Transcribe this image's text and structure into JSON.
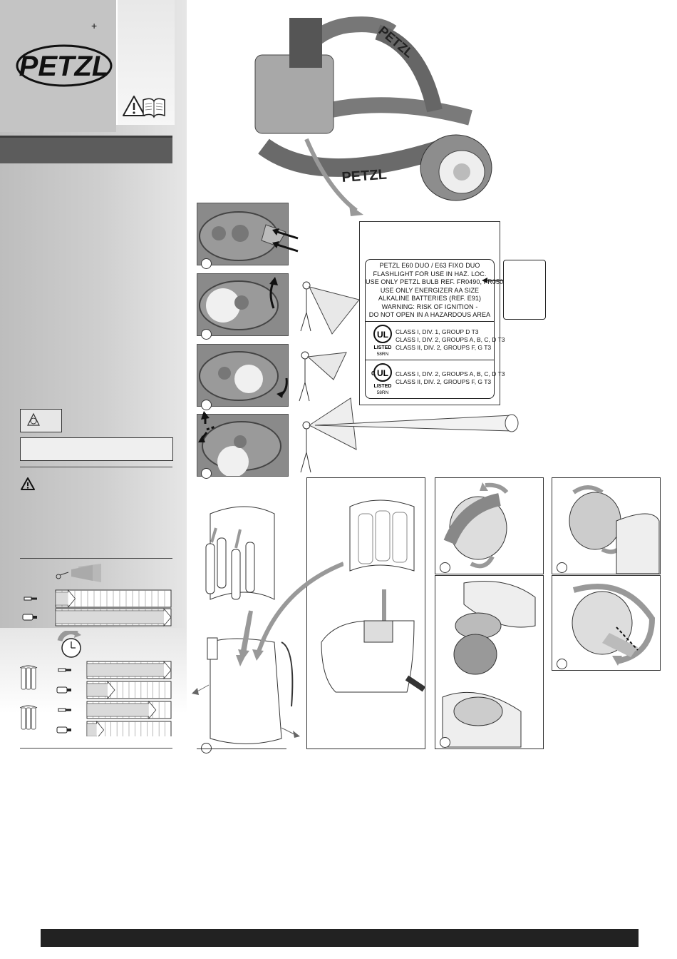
{
  "brand": {
    "logo_text": "PETZL",
    "plus_mark": "+"
  },
  "label": {
    "lines": [
      "PETZL E60 DUO / E63 FIXO DUO",
      "FLASHLIGHT FOR USE IN HAZ. LOC.",
      "USE ONLY PETZL BULB REF. FR0490, FR0500",
      "USE ONLY ENERGIZER AA SIZE",
      "ALKALINE BATTERIES (REF. E91)",
      "WARNING: RISK OF IGNITION -",
      "DO NOT OPEN IN A HAZARDOUS AREA"
    ],
    "ul_blocks": [
      {
        "mark": "UL",
        "prefix": "",
        "listed": "LISTED",
        "code": "58RN",
        "classes": [
          "CLASS I, DIV. 1, GROUP D T3",
          "CLASS I, DIV. 2, GROUPS A, B, C, D T3",
          "CLASS II, DIV. 2, GROUPS F, G T3"
        ]
      },
      {
        "mark": "UL",
        "prefix": "C",
        "listed": "LISTED",
        "code": "58RN",
        "classes": [
          "CLASS I, DIV. 2, GROUPS A, B, C, D T3",
          "CLASS II, DIV. 2, GROUPS F, G T3"
        ]
      }
    ]
  },
  "colors": {
    "sidebar": "#c9c9c9",
    "dark_bar": "#5c5c5c",
    "photo": "#8a8a8a",
    "arrow": "#9a9a9a",
    "bottom_bar": "#222222"
  },
  "charts": {
    "brightness": [
      {
        "icon": "bulb-halogen-icon",
        "fill": 0.17
      },
      {
        "icon": "bulb-led-icon",
        "fill": 1.0
      }
    ],
    "duration": [
      {
        "icon": "battery-aa-icon",
        "rows": [
          {
            "icon": "bulb-halogen-icon",
            "fill": 1.0
          },
          {
            "icon": "bulb-led-icon",
            "fill": 0.33
          }
        ]
      },
      {
        "icon": "battery-pack-icon",
        "rows": [
          {
            "icon": "bulb-halogen-icon",
            "fill": 0.82
          },
          {
            "icon": "bulb-led-icon",
            "fill": 0.2
          }
        ]
      }
    ]
  }
}
